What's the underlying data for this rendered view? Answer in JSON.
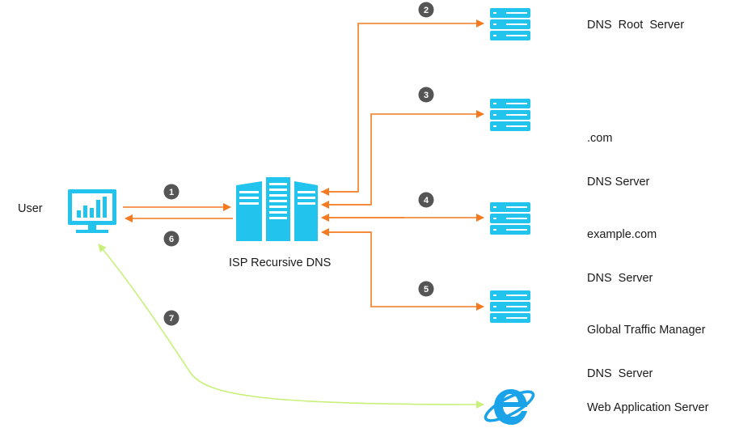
{
  "labels": {
    "user": "User",
    "isp": "ISP Recursive DNS",
    "root_server": "DNS  Root  Server",
    "com_server_line1": ".com",
    "com_server_line2": "DNS Server",
    "example_server_line1": "example.com",
    "example_server_line2": "DNS  Server",
    "gtm_server_line1": "Global Traffic Manager",
    "gtm_server_line2": "DNS  Server",
    "web_server": "Web Application Server"
  },
  "steps": [
    "1",
    "2",
    "3",
    "4",
    "5",
    "6",
    "7"
  ],
  "colors": {
    "server": "#22c3ec",
    "arrow": "#f47a1f",
    "web_arrow": "#c8f07a",
    "badge": "#555555",
    "ie_blue": "#1aa3e8"
  },
  "icons": {
    "user": "monitor-chart-icon",
    "isp": "server-rack-icon",
    "dns": "server-stack-icon",
    "web": "internet-explorer-icon"
  }
}
